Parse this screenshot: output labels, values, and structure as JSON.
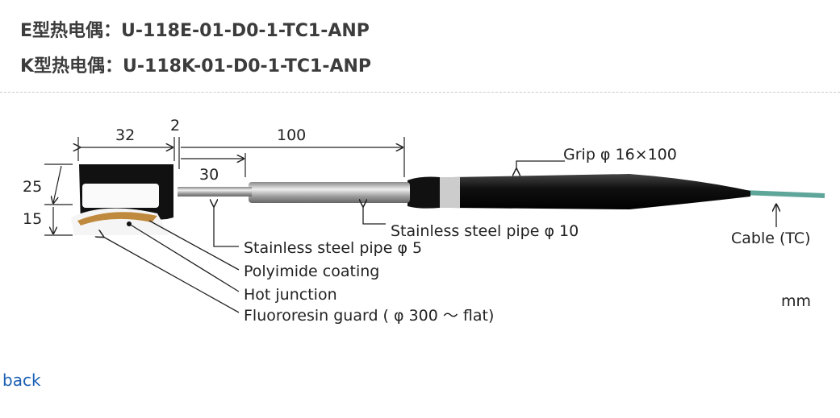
{
  "models": [
    "E型热电偶：U-118E-01-D0-1-TC1-ANP",
    "K型热电偶：U-118K-01-D0-1-TC1-ANP"
  ],
  "diagram": {
    "dims": {
      "d32": "32",
      "d2": "2",
      "d100": "100",
      "d30": "30",
      "d25": "25",
      "d15": "15"
    },
    "labels": {
      "grip": "Grip φ 16×100",
      "pipe10": "Stainless steel pipe φ 10",
      "pipe5": "Stainless steel pipe φ 5",
      "polyimide": "Polyimide coating",
      "junction": "Hot junction",
      "guard": "Fluororesin guard ( φ 300 ～ flat)",
      "cable": "Cable (TC)",
      "unit": "mm"
    },
    "colors": {
      "cable": "#5fa69a",
      "grip": "#1a1a1a",
      "coating": "#c08a3e"
    }
  },
  "back_link": "back"
}
